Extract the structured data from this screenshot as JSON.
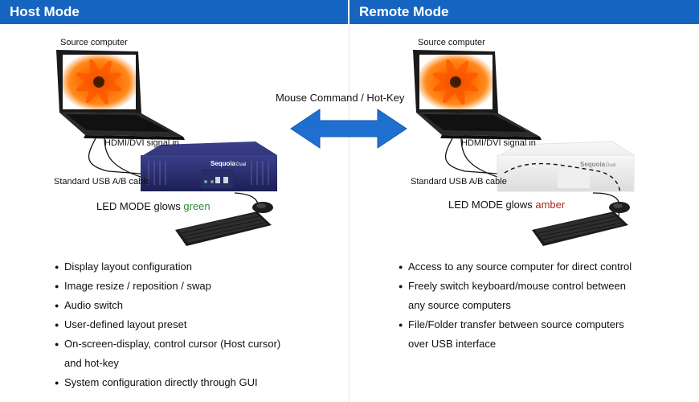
{
  "host": {
    "title": "Host Mode",
    "source_label": "Source computer",
    "hdmi_label": "HDMI/DVI signal in",
    "usb_label": "Standard USB A/B cable",
    "device_brand": "Sequoia",
    "device_model": "Dual",
    "led_prefix": "LED MODE glows",
    "led_state": "green",
    "features": [
      "Display layout configuration",
      "Image resize / reposition / swap",
      "Audio switch",
      "User-defined layout preset",
      "On-screen-display, control cursor (Host cursor)",
      "and hot-key",
      "System configuration directly through GUI"
    ]
  },
  "remote": {
    "title": "Remote Mode",
    "source_label": "Source computer",
    "hdmi_label": "HDMI/DVI signal in",
    "usb_label": "Standard USB A/B cable",
    "device_brand": "Sequoia",
    "device_model": "Dual",
    "led_prefix": "LED MODE glows",
    "led_state": "amber",
    "features": [
      "Access to any source computer for direct control",
      "Freely switch keyboard/mouse control between",
      "any source computers",
      "File/Folder transfer between source computers",
      "over USB interface"
    ]
  },
  "arrow_label": "Mouse Command / Hot-Key",
  "colors": {
    "banner": "#1565c0",
    "arrow": "#1e6fd0",
    "led_green": "#2e8b3a",
    "led_amber": "#a52a1a"
  }
}
